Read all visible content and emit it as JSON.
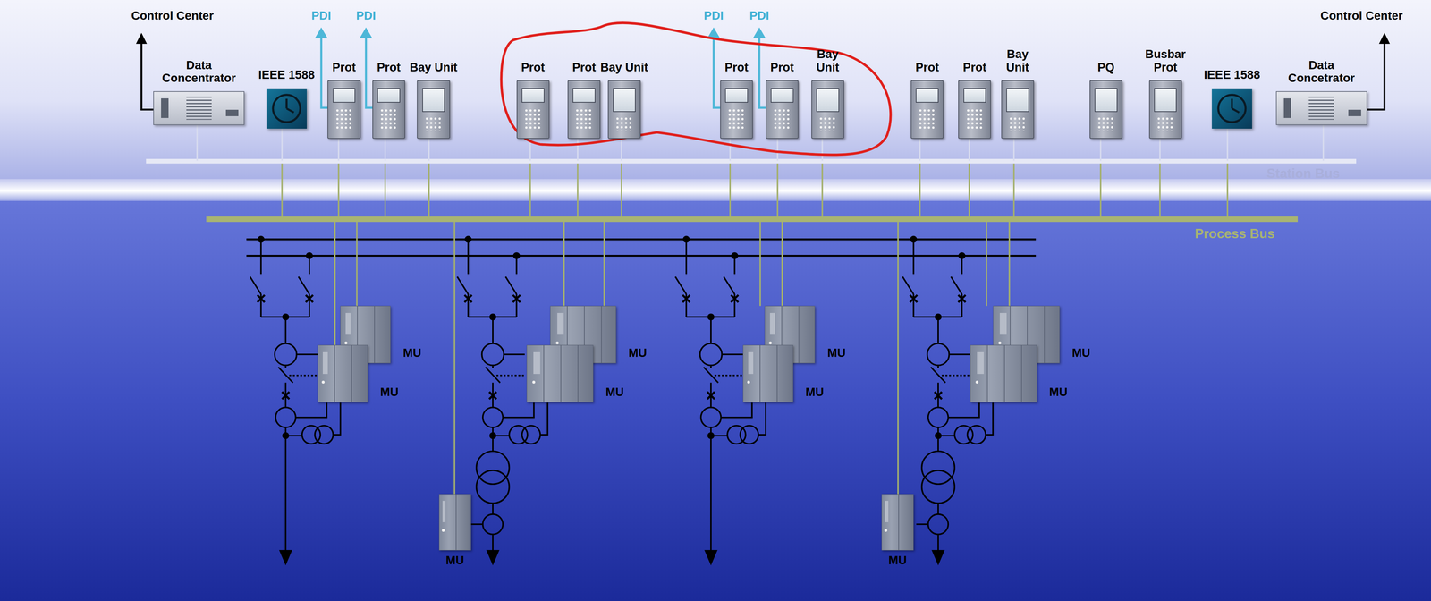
{
  "diagram": {
    "nodes": [
      {
        "text": [
          "Data Concentrator"
        ]
      },
      {
        "text": [
          "IEEE 1588"
        ]
      },
      {
        "text": [
          "Prot"
        ]
      },
      {
        "text": [
          "Prot"
        ]
      },
      {
        "text": [
          "Bay Unit"
        ]
      },
      {
        "text": [
          "Prot"
        ]
      },
      {
        "text": [
          "Prot"
        ]
      },
      {
        "text": [
          "Bay Unit"
        ]
      },
      {
        "text": [
          "Prot"
        ]
      },
      {
        "text": [
          "Prot"
        ]
      },
      {
        "text": [
          "Bay Unit"
        ]
      },
      {
        "text": [
          "Prot"
        ]
      },
      {
        "text": [
          "Prot"
        ]
      },
      {
        "text": [
          "Bay Unit"
        ]
      },
      {
        "text": [
          "PQ"
        ]
      },
      {
        "text": [
          "Busbar Prot"
        ]
      },
      {
        "text": [
          "IEEE 1588"
        ]
      },
      {
        "text": [
          "Data Concetrator"
        ]
      },
      {
        "text": [
          "MU"
        ]
      },
      {
        "text": [
          "MU"
        ]
      },
      {
        "text": [
          "MU"
        ]
      },
      {
        "text": [
          "MU"
        ]
      },
      {
        "text": [
          "MU"
        ]
      },
      {
        "text": [
          "MU"
        ]
      },
      {
        "text": [
          "MU"
        ]
      },
      {
        "text": [
          "MU"
        ]
      },
      {
        "text": [
          "MU"
        ]
      },
      {
        "text": [
          "MU"
        ]
      }
    ],
    "labels": [
      "Control Center",
      "PDI",
      "PDI",
      "PDI",
      "PDI",
      "Control Center",
      "Station Bus",
      "Process Bus"
    ]
  }
}
